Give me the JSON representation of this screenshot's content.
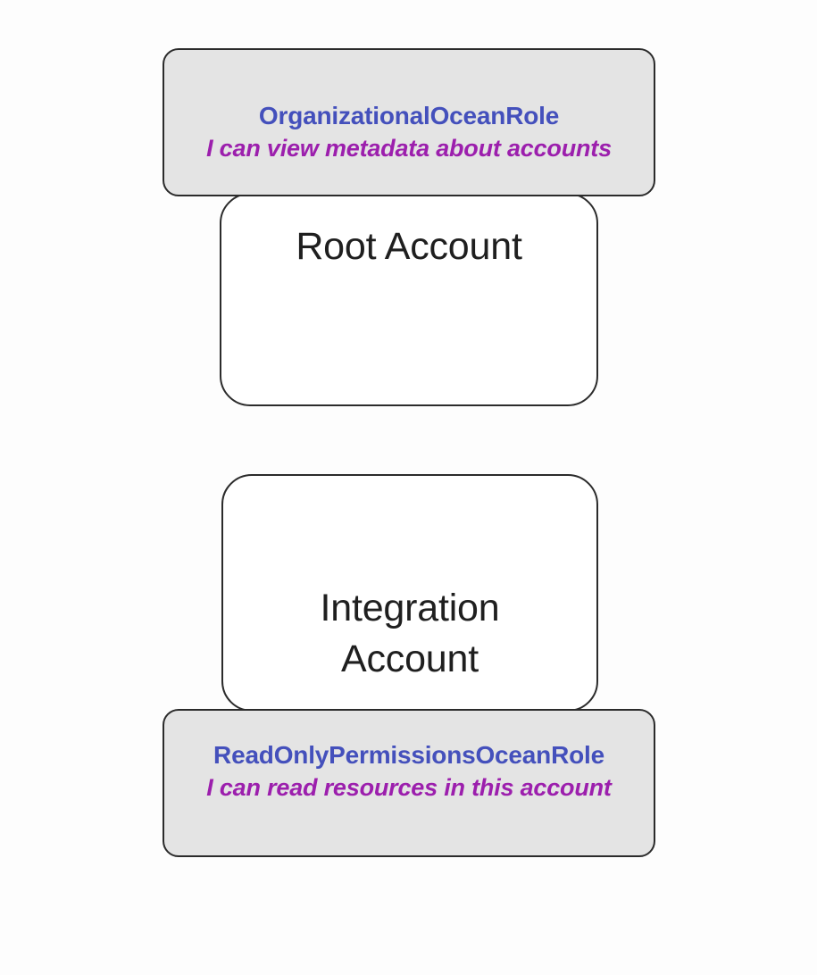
{
  "diagram": {
    "title": "AWS cross-account role diagram",
    "colors": {
      "background": "#fdfdfd",
      "account_fill": "#ffffff",
      "role_fill": "#e4e4e4",
      "border": "#2b2b2b",
      "role_name_color": "#4450bc",
      "role_desc_color": "#9c1fad",
      "account_label_color": "#1f1f1f"
    },
    "groups": [
      {
        "id": "root",
        "account_label": "Root Account",
        "role_position": "top",
        "role": {
          "name": "OrganizationalOceanRole",
          "description": "I can view metadata about accounts"
        }
      },
      {
        "id": "integration",
        "account_label": "Integration\nAccount",
        "role_position": "bottom",
        "role": {
          "name": "ReadOnlyPermissionsOceanRole",
          "description": "I can read resources in this account"
        }
      }
    ]
  }
}
